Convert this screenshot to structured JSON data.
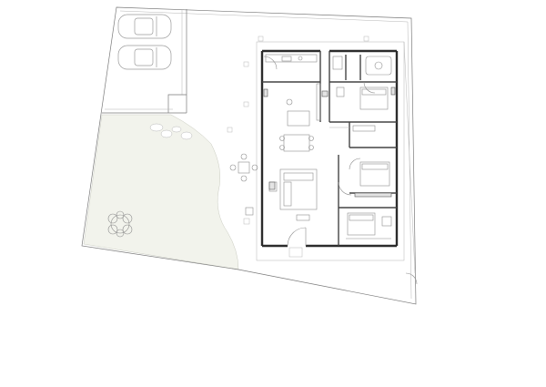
{
  "plan": {
    "rooms": [
      {
        "id": "kitchen"
      },
      {
        "id": "dining"
      },
      {
        "id": "living"
      },
      {
        "id": "bedroom-1"
      },
      {
        "id": "bedroom-2"
      },
      {
        "id": "bedroom-3"
      },
      {
        "id": "bathroom"
      },
      {
        "id": "corridor"
      }
    ],
    "parking_spaces": 2,
    "colors": {
      "background": "#ffffff",
      "walls": "#2b2b2b",
      "lines": "#7a7a7a",
      "lawn": "#f2f3ec"
    }
  }
}
